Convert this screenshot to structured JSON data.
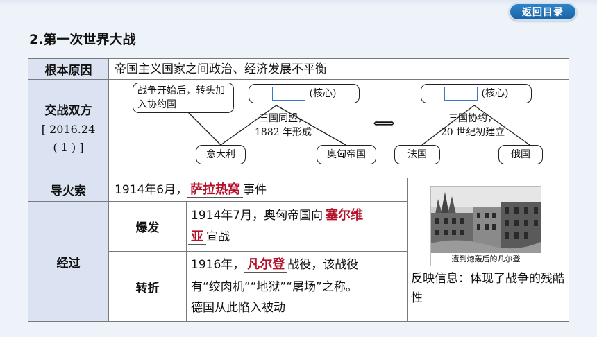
{
  "header": {
    "back_button": "返回目录",
    "section_title": "2.第一次世界大战"
  },
  "table": {
    "root_cause": {
      "label": "根本原因",
      "value": "帝国主义国家之间政治、经济发展不平衡"
    },
    "sides": {
      "label": "交战双方",
      "note_line1": "[ 2016.24",
      "note_line2": "( 1 ) ]",
      "diagram": {
        "left": {
          "callout": "战争开始后，转头加入协约国",
          "core_label": "(核心)",
          "alliance": "三国同盟，",
          "alliance_year": "1882 年形成",
          "member_italy": "意大利",
          "member_austria": "奥匈帝国"
        },
        "arrow": "⟺",
        "right": {
          "core_label": "(核心)",
          "alliance": "三国协约，",
          "alliance_year": "20 世纪初建立",
          "member_france": "法国",
          "member_russia": "俄国"
        }
      }
    },
    "fuse": {
      "label": "导火索",
      "prefix": "1914年6月，",
      "answer": "萨拉热窝",
      "suffix": "事件"
    },
    "process": {
      "label": "经过",
      "outbreak": {
        "label": "爆发",
        "prefix": "1914年7月，奥匈帝国向",
        "answer_part1": "塞尔维",
        "answer_part2": "亚",
        "suffix": "宣战"
      },
      "turning": {
        "label": "转折",
        "prefix": "1916年，",
        "answer": "凡尔登",
        "line1_suffix": "战役，该战役",
        "line2": "有“绞肉机”“地狱”“屠场”之称。",
        "line3": "德国从此陷入被动"
      }
    },
    "photo": {
      "caption": "遭到炮轰后的凡尔登",
      "reflection": "反映信息：体现了战争的残酷性"
    }
  }
}
